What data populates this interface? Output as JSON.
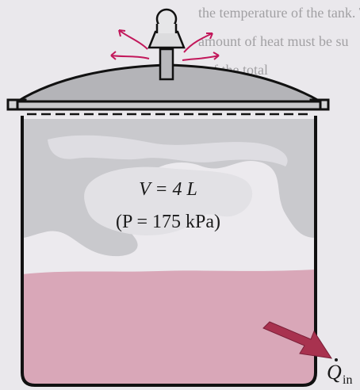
{
  "background_text": {
    "line1": "the temperature of the tank. Th",
    "line2": "amount of heat must be su",
    "line3": "of the total"
  },
  "vessel": {
    "volume_label": "V = 4 L",
    "pressure_label": "(P = 175 kPa)"
  },
  "heat_input": {
    "symbol": "Q",
    "subscript": "in"
  },
  "colors": {
    "liquid": "#d9a7b8",
    "vapor": "#c9c9cd",
    "lid": "#b4b4b8",
    "arrow_steam": "#c2185b",
    "arrow_heat": "#a8324f",
    "outline": "#111111"
  },
  "icons": {
    "steam_arrows": "arrow-up-icon",
    "heat_arrow": "arrow-right-icon",
    "pressure_valve": "valve-icon"
  }
}
